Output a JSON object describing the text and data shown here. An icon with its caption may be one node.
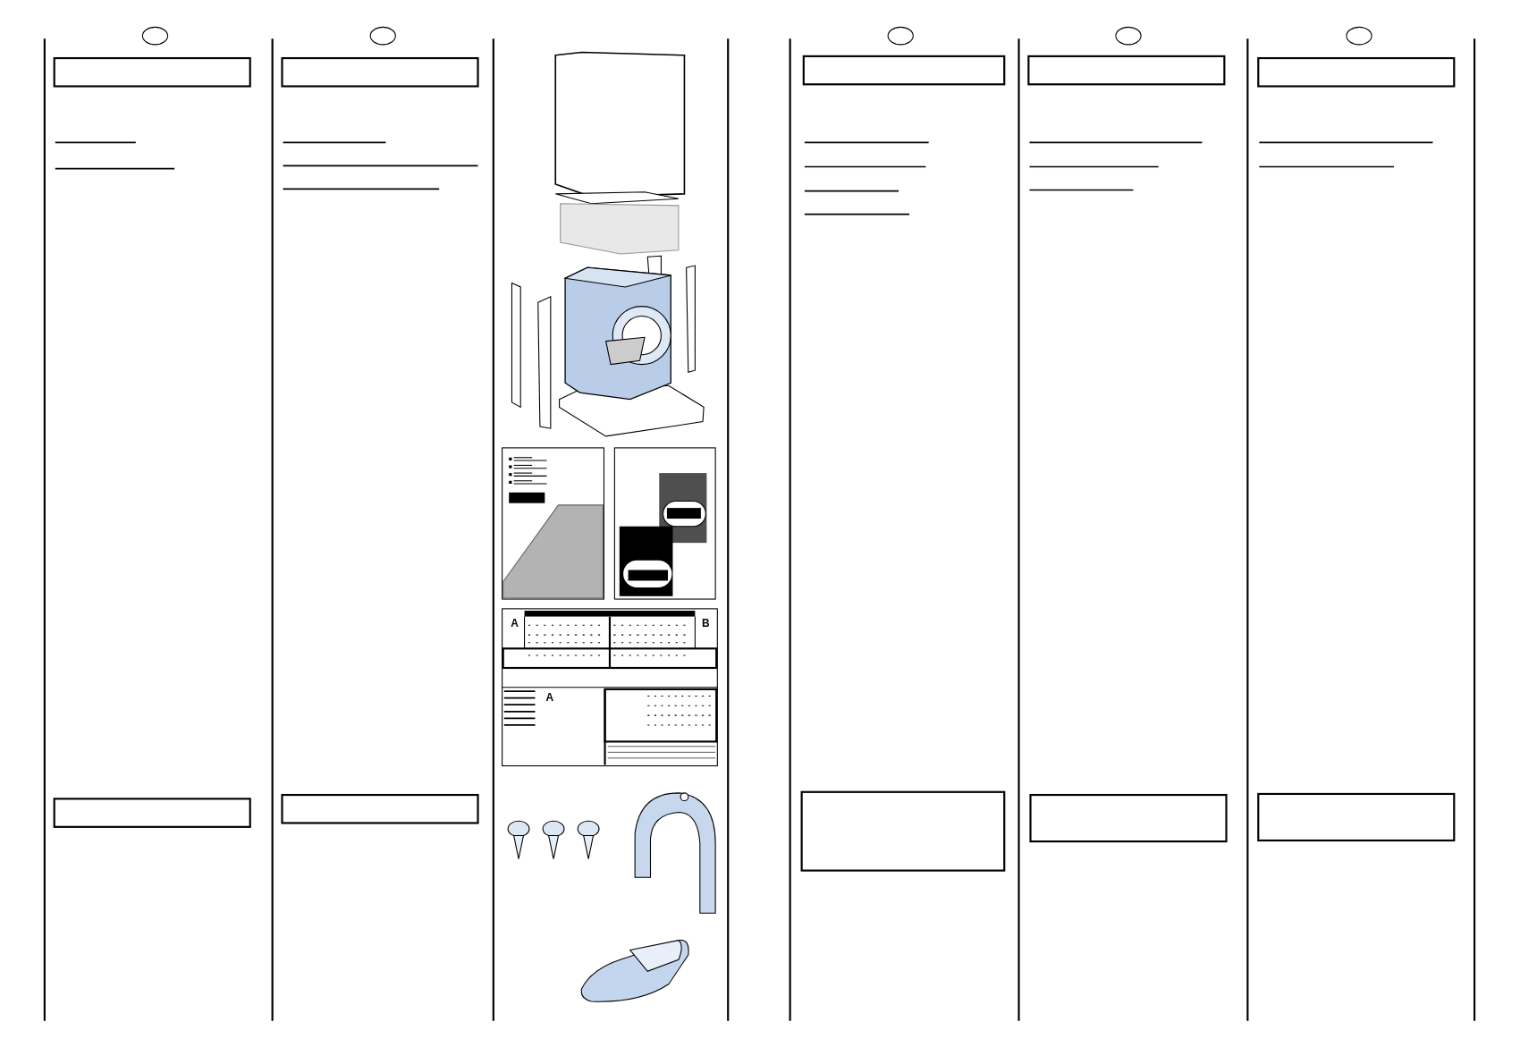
{
  "diagram": {
    "nodes": [
      {
        "text": [],
        "shape": "box"
      },
      {
        "text": [],
        "shape": "box"
      },
      {
        "text": [],
        "shape": "box"
      },
      {
        "text": [],
        "shape": "box"
      },
      {
        "text": [],
        "shape": "box"
      },
      {
        "text": [],
        "shape": "box"
      },
      {
        "text": [],
        "shape": "box"
      },
      {
        "text": [],
        "shape": "box"
      },
      {
        "text": [],
        "shape": "box"
      },
      {
        "text": [],
        "shape": "box"
      }
    ],
    "labels": [
      "A",
      "B",
      "A"
    ]
  }
}
